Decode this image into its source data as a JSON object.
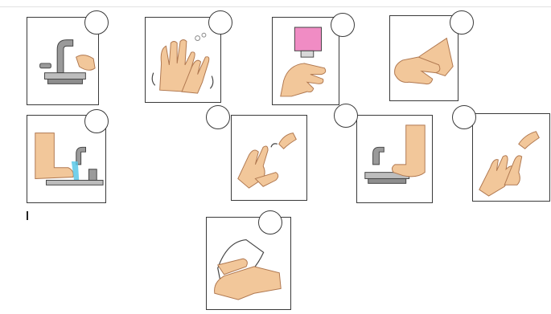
{
  "worksheet": {
    "title": "",
    "cards": [
      {
        "id": 1,
        "step": "turn-on-faucet-icon",
        "number": ""
      },
      {
        "id": 2,
        "step": "hands-with-soap-icon",
        "number": ""
      },
      {
        "id": 3,
        "step": "soap-dispenser-icon",
        "number": ""
      },
      {
        "id": 4,
        "step": "rub-hands-icon",
        "number": ""
      },
      {
        "id": 5,
        "step": "wet-hands-icon",
        "number": ""
      },
      {
        "id": 6,
        "step": "scrub-fingers-icon",
        "number": ""
      },
      {
        "id": 7,
        "step": "turn-off-faucet-icon",
        "number": ""
      },
      {
        "id": 8,
        "step": "rinse-hands-icon",
        "number": ""
      },
      {
        "id": 9,
        "step": "dry-hands-towel-icon",
        "number": ""
      }
    ]
  },
  "colors": {
    "skin": "#f2c79a",
    "skin_outline": "#b07850",
    "water": "#5bc8e8",
    "soap_dispenser": "#f08cc4",
    "faucet": "#9a9a9a",
    "border": "#3a3a3a"
  }
}
